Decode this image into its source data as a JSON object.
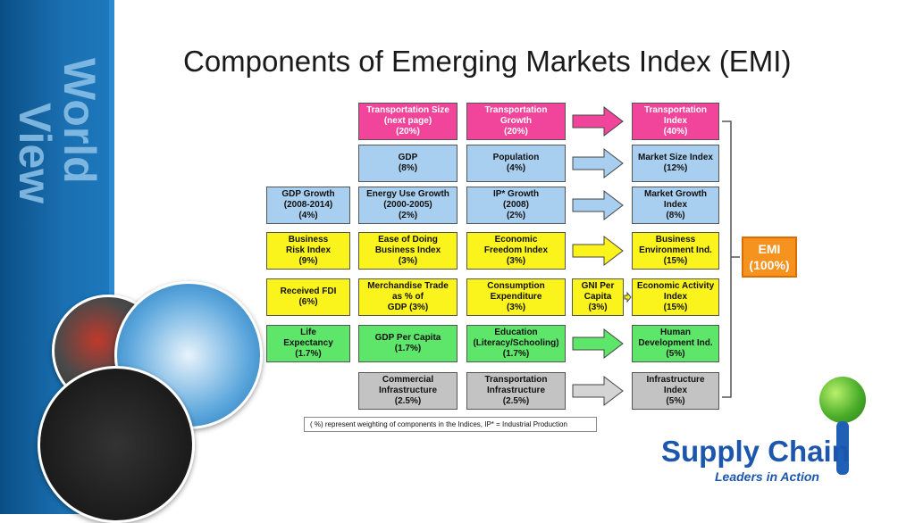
{
  "sidebar": {
    "vertical_text_line1": "World",
    "vertical_text_line2": "View"
  },
  "title": "Components of Emerging Markets Index (EMI)",
  "boxes": {
    "transport_size": "Transportation Size\n(next page)\n(20%)",
    "transport_growth": "Transportation\nGrowth\n(20%)",
    "transport_index": "Transportation\nIndex\n(40%)",
    "gdp": "GDP\n(8%)",
    "population": "Population\n(4%)",
    "market_size_index": "Market Size Index\n(12%)",
    "gdp_growth": "GDP Growth\n(2008-2014)\n(4%)",
    "energy_use_growth": "Energy Use Growth\n(2000-2005)\n(2%)",
    "ip_growth": "IP* Growth\n(2008)\n(2%)",
    "market_growth_index": "Market Growth\nIndex\n(8%)",
    "business_risk_index": "Business\nRisk Index\n(9%)",
    "ease_of_doing_business": "Ease of Doing\nBusiness Index\n(3%)",
    "economic_freedom_index": "Economic\nFreedom Index\n(3%)",
    "business_environment": "Business\nEnvironment Ind.\n(15%)",
    "received_fdi": "Received FDI\n(6%)",
    "merchandise_trade": "Merchandise Trade\nas % of\nGDP (3%)",
    "consumption_expenditure": "Consumption\nExpenditure\n(3%)",
    "gni_per_capita": "GNI Per\nCapita\n(3%)",
    "economic_activity_index": "Economic Activity\nIndex\n(15%)",
    "life_expectancy": "Life\nExpectancy\n(1.7%)",
    "gdp_per_capita": "GDP Per Capita\n(1.7%)",
    "education": "Education\n(Literacy/Schooling)\n(1.7%)",
    "human_development": "Human\nDevelopment Ind.\n(5%)",
    "commercial_infrastructure": "Commercial\nInfrastructure\n(2.5%)",
    "transportation_infrastructure": "Transportation\nInfrastructure\n(2.5%)",
    "infrastructure_index": "Infrastructure\nIndex\n(5%)"
  },
  "emi": "EMI\n(100%)",
  "legend": "( %) represent weighting of components in the Indices, IP* = Industrial Production",
  "logo": {
    "name": "Supply Chain",
    "tagline": "Leaders in Action"
  },
  "colors": {
    "pink": "#f0459a",
    "blue": "#a9cff0",
    "yellow": "#fbf31c",
    "green": "#5ee66a",
    "gray": "#c3c3c3",
    "orange": "#f6921e",
    "brand_blue": "#1c57ad"
  }
}
